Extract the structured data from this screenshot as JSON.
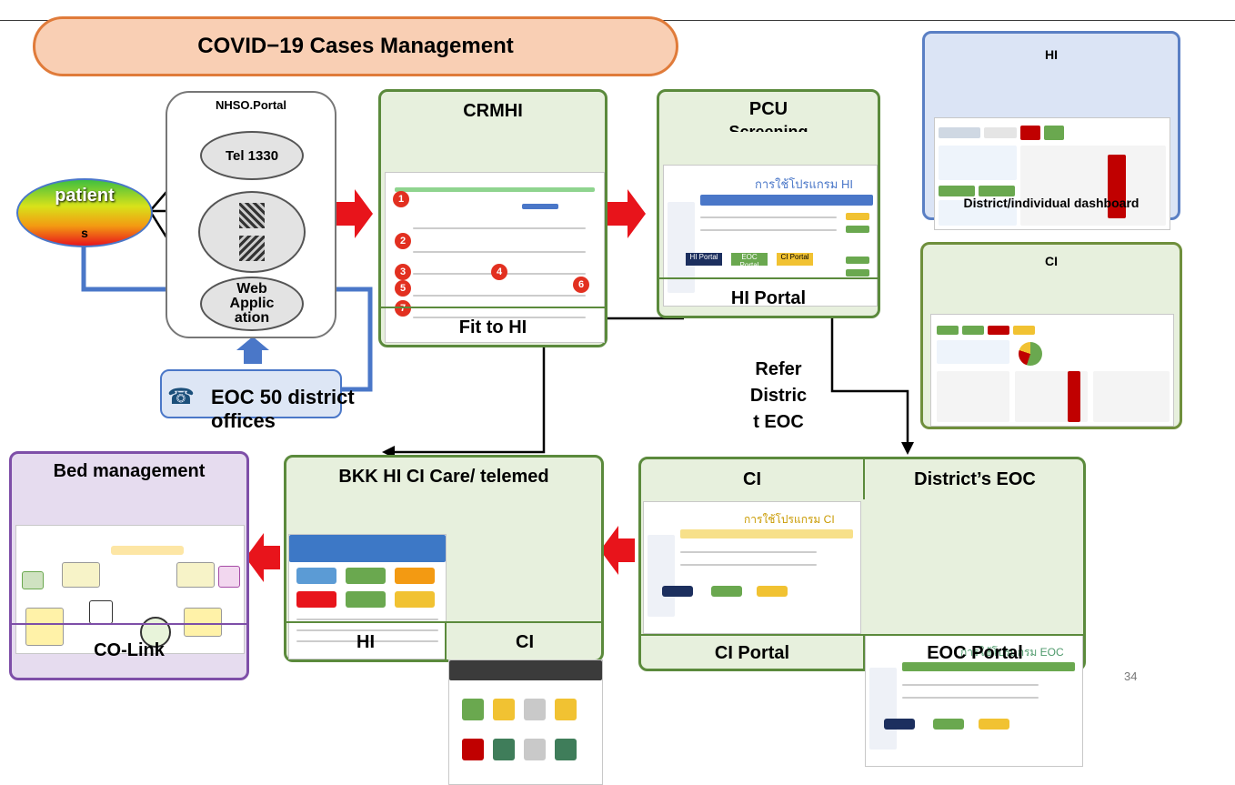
{
  "title": "COVID−19 Cases Management",
  "patient": {
    "label_line1": "patient",
    "label_line2": "s"
  },
  "nhso": {
    "title": "NHSO.Portal",
    "tel": "Tel 1330",
    "web_line1": "Web",
    "web_line2": "Applic",
    "web_line3": "ation"
  },
  "eoc_offices": {
    "line1": "EOC 50 district",
    "line2": "offices"
  },
  "crmhi": {
    "title": "CRMHI",
    "footer": "Fit to HI",
    "step_numbers": [
      "1",
      "2",
      "3",
      "4",
      "5",
      "6",
      "7"
    ]
  },
  "pcu": {
    "title": "PCU",
    "subtitle_clipped": "Screening",
    "footer": "HI Portal",
    "screen_title": "การใช้โปรแกรม HI Portal",
    "portal_hi": "HI Portal",
    "portal_eoc": "EOC Portal",
    "portal_ci": "CI Portal"
  },
  "refer": {
    "line1": "Refer",
    "line2": "Distric",
    "line3": "t EOC"
  },
  "hi_dash": {
    "title": "HI",
    "footer": "District/individual dashboard"
  },
  "ci_dash": {
    "title": "CI"
  },
  "bkk": {
    "title": "BKK HI CI Care/ telemed",
    "foot_left": "HI",
    "foot_right": "CI"
  },
  "ci_eoc": {
    "title_left": "CI",
    "title_right": "District’s EOC",
    "foot_left": "CI Portal",
    "foot_right": "EOC Portal",
    "screen_left": "การใช้โปรแกรม CI Portal",
    "screen_right": "การใช้โปรแกรม EOC Portal"
  },
  "bed": {
    "title": "Bed management",
    "footer": "CO-Link"
  },
  "page_number": "34",
  "colors": {
    "green_border": "#5b8a3c",
    "green_fill": "#e7f0dd",
    "arrow_red": "#e8141b",
    "blue_line": "#4a77c8",
    "orange": "#e07b3a"
  }
}
